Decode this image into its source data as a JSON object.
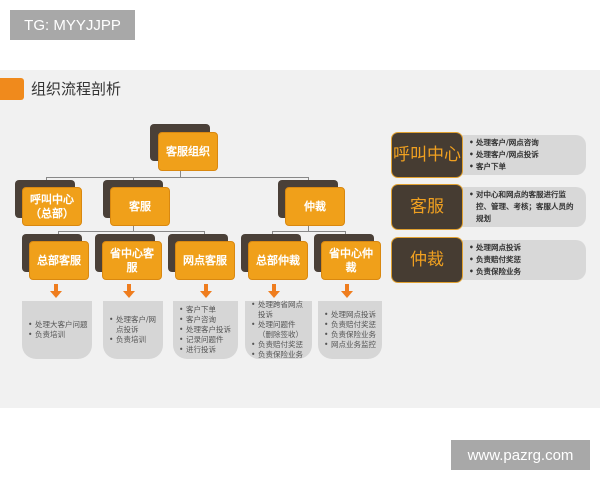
{
  "watermarks": {
    "top": "TG: MYYJJPP",
    "bottom": "www.pazrg.com"
  },
  "slide": {
    "title": "组织流程剖析",
    "colors": {
      "accent": "#f08a1c",
      "node_face": "#f0a01a",
      "node_shadow": "#4a4038",
      "desc_bg": "#d6d6d6",
      "slide_bg": "#f1f1f1"
    }
  },
  "org": {
    "root": "客服组织",
    "level1": [
      "呼叫中心\n（总部）",
      "客服",
      "仲裁"
    ],
    "level2": [
      {
        "label": "总部客服",
        "items": [
          "处理大客户问题",
          "负责培训"
        ]
      },
      {
        "label": "省中心客服",
        "items": [
          "处理客户/网点投诉",
          "负责培训"
        ]
      },
      {
        "label": "网点客服",
        "items": [
          "客户下单",
          "客户咨询",
          "处理客户投诉",
          "记录问题件",
          "进行投诉"
        ]
      },
      {
        "label": "总部仲裁",
        "items": [
          "处理跨省网点投诉",
          "处理问题件（删除签收）",
          "负责赔付奖惩",
          "负责保险业务"
        ]
      },
      {
        "label": "省中心仲裁",
        "items": [
          "处理网点投诉",
          "负责赔付奖惩",
          "负责保险业务",
          "网点业务监控"
        ]
      }
    ]
  },
  "legend": [
    {
      "key": "呼叫中心",
      "items": [
        "处理客户/网点咨询",
        "处理客户/网点投诉",
        "客户下单"
      ]
    },
    {
      "key": "客服",
      "items": [
        "对中心和网点的客服进行监控、管理、考核；客服人员的规划"
      ]
    },
    {
      "key": "仲裁",
      "items": [
        "处理网点投诉",
        "负责赔付奖惩",
        "负责保险业务"
      ]
    }
  ]
}
